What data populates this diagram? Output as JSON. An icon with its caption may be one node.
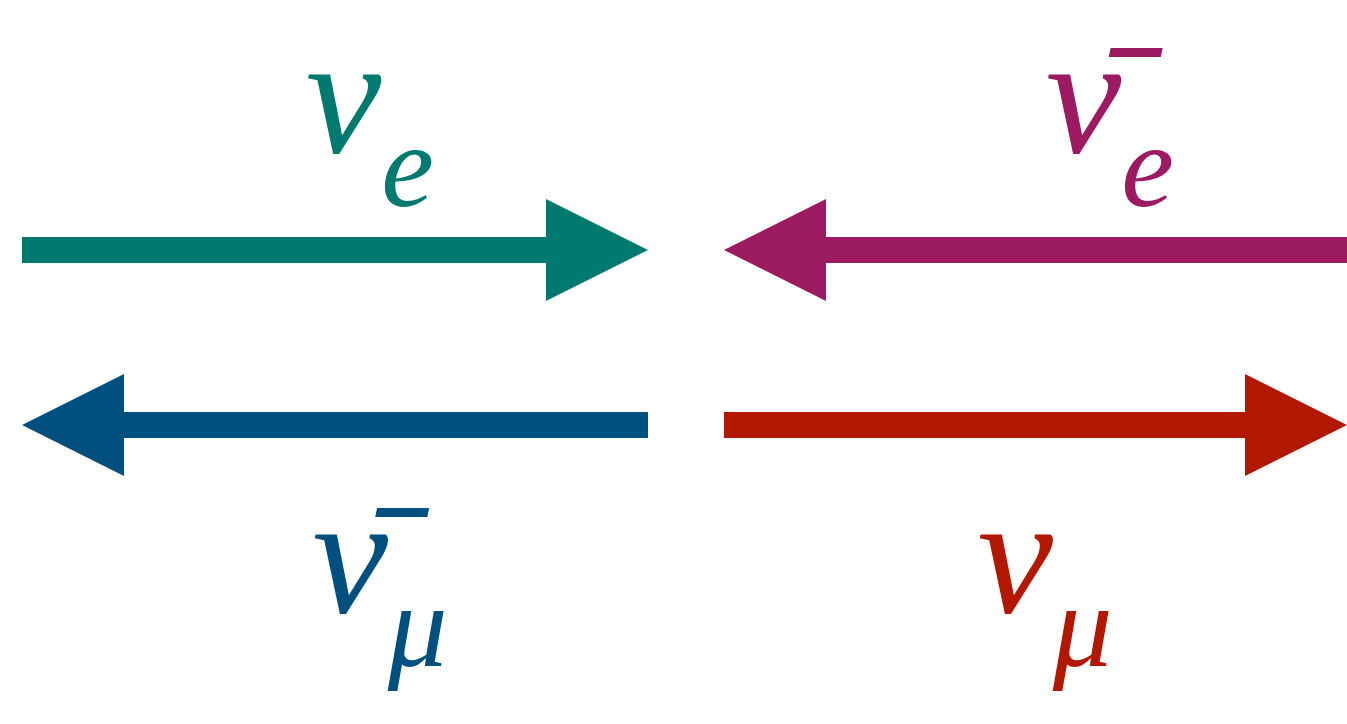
{
  "diagram": {
    "labels": [
      "ν$_{e}$",
      "ν̄$_{e}$",
      "ν̄$_{μ}$",
      "ν$_{μ}$"
    ]
  }
}
